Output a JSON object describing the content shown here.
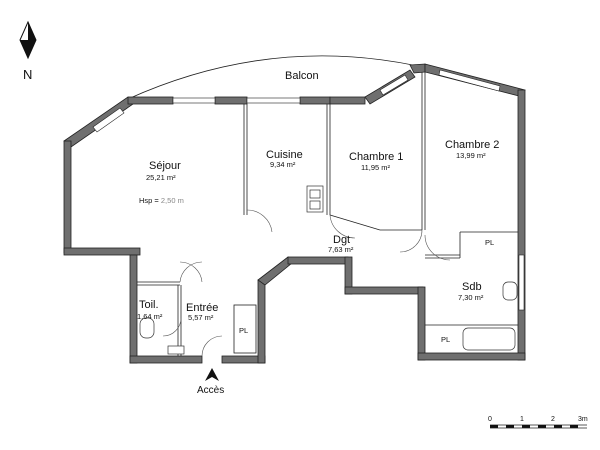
{
  "compass": {
    "label": "N"
  },
  "balcony": {
    "label": "Balcon"
  },
  "rooms": {
    "sejour": {
      "name": "Séjour",
      "area": "25,21 m²",
      "hsp_label": "Hsp = ",
      "hsp_value": "2,50 m"
    },
    "cuisine": {
      "name": "Cuisine",
      "area": "9,34 m²"
    },
    "chambre1": {
      "name": "Chambre 1",
      "area": "11,95 m²"
    },
    "chambre2": {
      "name": "Chambre 2",
      "area": "13,99 m²"
    },
    "dgt": {
      "name": "Dgt",
      "area": "7,63 m²"
    },
    "sdb": {
      "name": "Sdb",
      "area": "7,30 m²"
    },
    "toil": {
      "name": "Toil.",
      "area": "1,64 m²"
    },
    "entree": {
      "name": "Entrée",
      "area": "5,57 m²"
    }
  },
  "closets": {
    "pl_entree": "PL",
    "pl_dgt": "PL",
    "pl_sdb": "PL"
  },
  "entrance": {
    "label": "Accès"
  },
  "scale": {
    "ticks": [
      "0",
      "1",
      "2",
      "3m"
    ]
  },
  "colors": {
    "wall": "#6f6f6f",
    "line": "#222222"
  }
}
